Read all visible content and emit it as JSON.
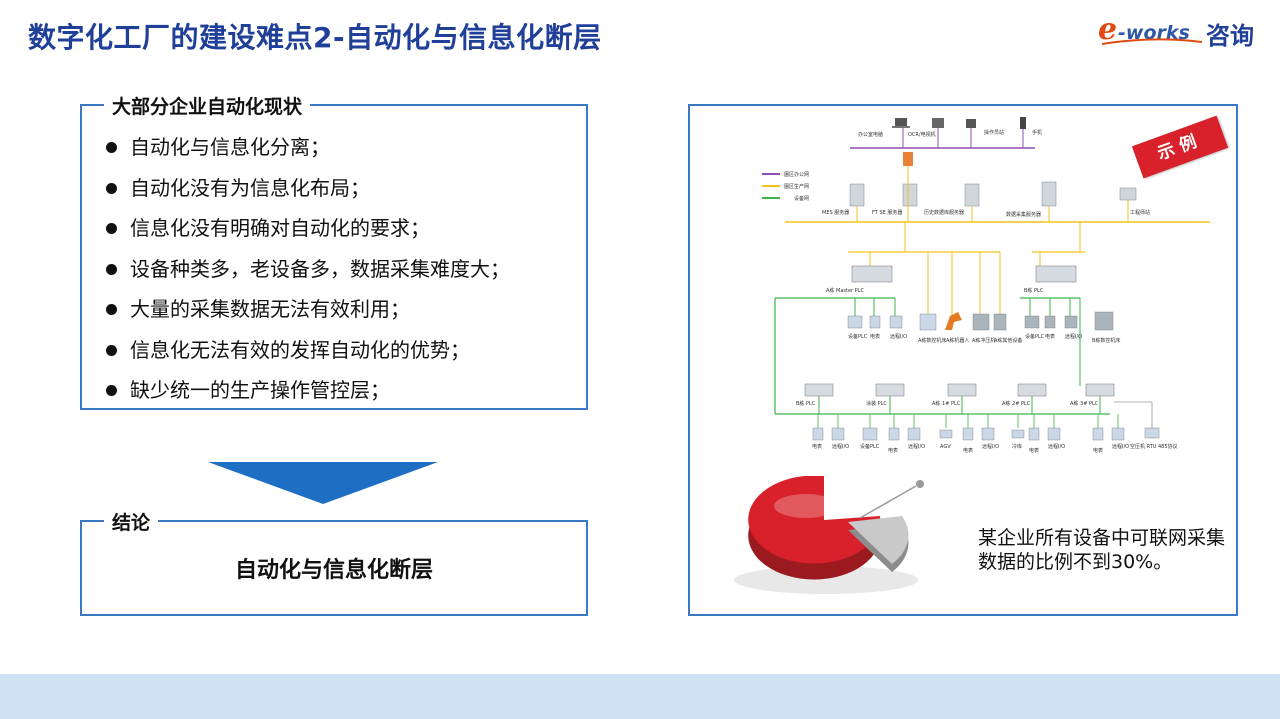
{
  "header": {
    "title": "数字化工厂的建设难点2-自动化与信息化断层",
    "logo": {
      "e": "e",
      "works": "-works",
      "cn": "咨询"
    }
  },
  "status_section": {
    "label": "大部分企业自动化现状",
    "items": [
      "自动化与信息化分离；",
      "自动化没有为信息化布局；",
      "信息化没有明确对自动化的要求；",
      "设备种类多，老设备多，数据采集难度大；",
      "大量的采集数据无法有效利用；",
      "信息化无法有效的发挥自动化的优势；",
      "缺少统一的生产操作管控层；"
    ]
  },
  "conclusion_section": {
    "label": "结论",
    "text": "自动化与信息化断层"
  },
  "example_section": {
    "stamp": "示例",
    "caption": "某企业所有设备中可联网采集数据的比例不到30%。",
    "diagram": {
      "top_devices": [
        "办公室电脑",
        "OCR/电视机",
        "操作员站",
        "手机"
      ],
      "legend": [
        "園区办公网",
        "園区生产网",
        "设备网"
      ],
      "servers": [
        "MES 服务器",
        "FT SE 服务器",
        "历史数据库服务器",
        "数据采集服务器",
        "工程师站"
      ],
      "plc_main": [
        "A栋 Master PLC",
        "B栋 PLC"
      ],
      "plc_row": [
        "B栋 PLC",
        "涂装 PLC",
        "A栋 1# PLC",
        "A栋 2# PLC",
        "A栋 3# PLC"
      ],
      "devices_a": [
        "设备PLC",
        "电表",
        "远程I/O",
        "A栋数控机床",
        "A栋机器人",
        "A栋冲压机",
        "A栋其他设备"
      ],
      "devices_b": [
        "设备PLC",
        "电表",
        "远程I/O",
        "B栋数控机床"
      ],
      "bottom_row": [
        "电表",
        "远程I/O",
        "设备PLC",
        "电表",
        "远程I/O",
        "AGV",
        "电表",
        "远程I/O",
        "冷库",
        "电表",
        "远程I/O",
        "电表",
        "远程I/O",
        "空压机 RTU 485协议"
      ]
    },
    "pie_chart": {
      "type": "pie",
      "slices": [
        70,
        30
      ]
    }
  },
  "colors": {
    "title": "#1f3f98",
    "border": "#3b78c6",
    "arrow": "#1e6fc4",
    "stamp": "#d8212a",
    "pie_main": "#d8212a",
    "pie_slice": "#c9c9c9",
    "footer": "#cfe2f6",
    "office_net": "#8e4fb5",
    "production_net": "#f2c21b",
    "device_net": "#3cb64a"
  }
}
